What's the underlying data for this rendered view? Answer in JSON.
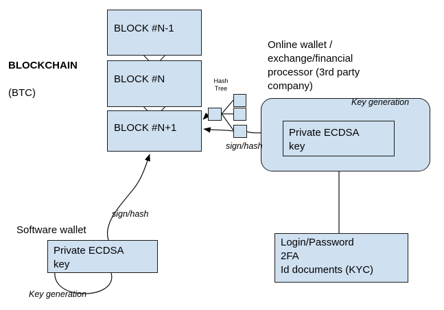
{
  "diagram": {
    "title": "Blockchain and wallet key custody diagram",
    "colors": {
      "node_fill": "#cfe0f0",
      "node_stroke": "#1b1b1b",
      "arrow_fill": "#ffffff",
      "background": "#ffffff"
    }
  },
  "blockchain": {
    "title_bold": "BLOCKCHAIN",
    "title_sub": "(BTC)",
    "blocks": [
      {
        "label": "BLOCK #N-1"
      },
      {
        "label": "BLOCK #N"
      },
      {
        "label": "BLOCK #N+1"
      }
    ]
  },
  "hash_tree": {
    "caption": "Hash\nTree",
    "nodes": [
      {
        "name": "hash-root"
      },
      {
        "name": "hash-leaf-1"
      },
      {
        "name": "hash-leaf-2"
      },
      {
        "name": "hash-leaf-3"
      }
    ]
  },
  "online_wallet": {
    "caption": "Online wallet /\nexchange/financial\nprocessor (3rd party\ncompany)",
    "private_key_label": "Private ECDSA\nkey",
    "key_generation_label": "Key generation"
  },
  "software_wallet": {
    "caption": "Software wallet",
    "private_key_label": "Private ECDSA\nkey",
    "key_generation_label": "Key generation"
  },
  "credentials": {
    "label": "Login/Password\n2FA\nId documents (KYC)"
  },
  "edge_labels": {
    "sign_hash_left": "sign/hash",
    "sign_hash_right": "sign/hash"
  }
}
